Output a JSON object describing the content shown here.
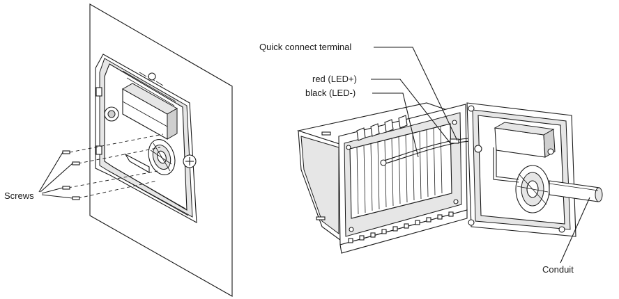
{
  "labels": {
    "screws": "Screws",
    "quick_connect": "Quick connect terminal",
    "red": "red  (LED+)",
    "black": "black  (LED-)",
    "conduit": "Conduit"
  },
  "colors": {
    "line": "#1a1a1a",
    "panel": "#e6e6e6",
    "background": "#ffffff"
  }
}
